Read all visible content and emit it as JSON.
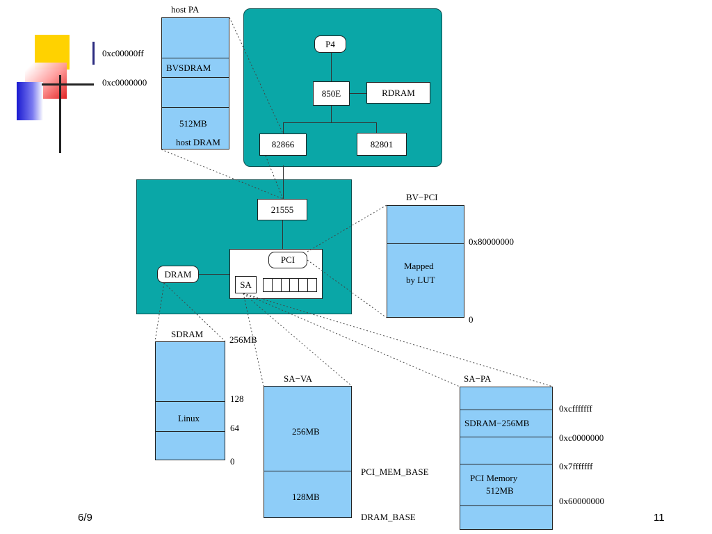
{
  "slide": {
    "date_fragment": "6/9",
    "page_number": "11"
  },
  "host_pa": {
    "title": "host PA",
    "bvsdram": "BVSDRAM",
    "dram_size": "512MB",
    "dram_label": "host DRAM",
    "addr_top": "0xc00000ff",
    "addr_bottom": "0xc0000000"
  },
  "host_system": {
    "cpu": "P4",
    "northbridge": "850E",
    "memory": "RDRAM",
    "bridge_a": "82866",
    "bridge_b": "82801"
  },
  "board": {
    "bridge": "21555",
    "pci": "PCI",
    "dram": "DRAM",
    "sa": "SA"
  },
  "bv_pci": {
    "title": "BV−PCI",
    "mapped_line1": "Mapped",
    "mapped_line2": "by LUT",
    "addr_top": "0x80000000",
    "addr_bottom": "0"
  },
  "sdram": {
    "title": "SDRAM",
    "linux": "Linux",
    "tick_256": "256MB",
    "tick_128": "128",
    "tick_64": "64",
    "tick_0": "0"
  },
  "sa_va": {
    "title": "SA−VA",
    "upper": "256MB",
    "lower": "128MB",
    "pci_mem_base": "PCI_MEM_BASE",
    "dram_base": "DRAM_BASE"
  },
  "sa_pa": {
    "title": "SA−PA",
    "sdram": "SDRAM−256MB",
    "pci_line1": "PCI Memory",
    "pci_line2": "512MB",
    "addr_1": "0xcfffffff",
    "addr_2": "0xc0000000",
    "addr_3": "0x7fffffff",
    "addr_4": "0x60000000"
  },
  "colors": {
    "teal": "#0aa7a7",
    "memory_blue": "#8ecdf8",
    "deco_yellow": "#ffd200",
    "deco_red": "#e02020",
    "deco_blue": "#2a2ad0"
  }
}
